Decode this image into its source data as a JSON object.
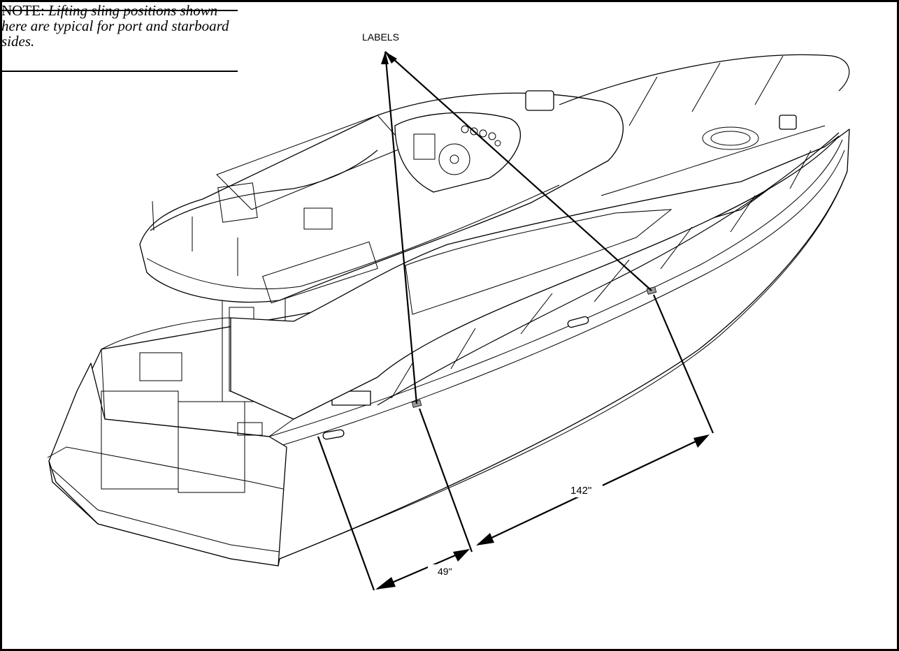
{
  "note": {
    "head": "NOTE:",
    "body": "Lifting sling positions shown here are typical for port and starboard sides."
  },
  "callouts": {
    "labels": "LABELS",
    "dim_aft": "49\"",
    "dim_fwd": "142\""
  }
}
